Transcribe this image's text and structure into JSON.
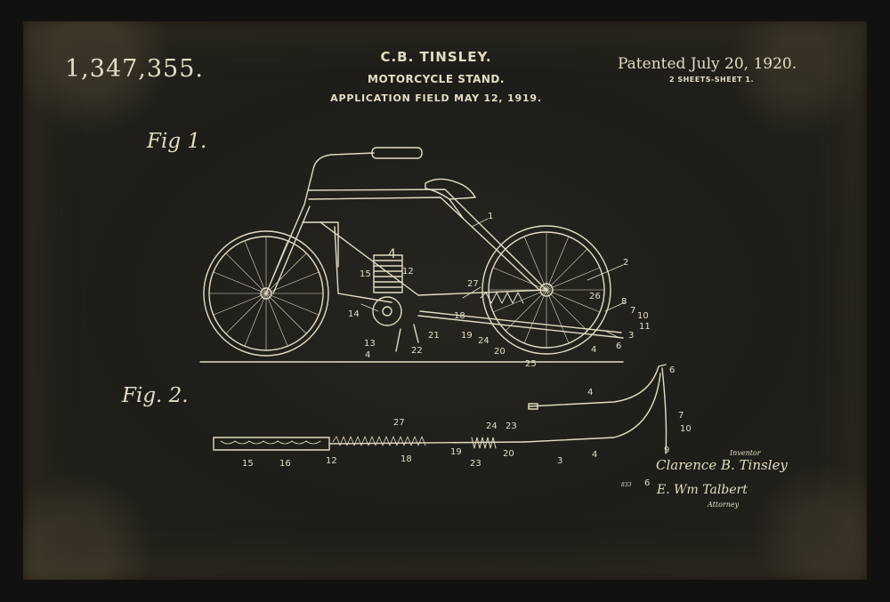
{
  "header": {
    "patent_number": "1,347,355.",
    "inventor": "C.B. TINSLEY.",
    "subject": "MOTORCYCLE STAND.",
    "application": "APPLICATION FIELD MAY 12, 1919.",
    "patented": "Patented July 20, 1920.",
    "sheets": "2 SHEETS-SHEET 1."
  },
  "figures": {
    "fig1_label": "Fig 1.",
    "fig2_label": "Fig. 2."
  },
  "fig1_callouts": [
    "1",
    "2",
    "4",
    "15",
    "12",
    "27",
    "26",
    "8",
    "7",
    "10",
    "11",
    "3",
    "6",
    "4",
    "14",
    "18",
    "19",
    "24",
    "20",
    "25",
    "13",
    "21",
    "22",
    "4"
  ],
  "fig2_callouts": [
    "27",
    "24",
    "23",
    "15",
    "16",
    "12",
    "18",
    "19",
    "23",
    "20",
    "3",
    "4",
    "4",
    "6",
    "7",
    "10",
    "9",
    "6"
  ],
  "signatures": {
    "inventor_role": "Inventor",
    "inventor": "Clarence B. Tinsley",
    "attorney": "E. Wm Talbert",
    "attorney_role": "Attorney",
    "mark": "833"
  },
  "colors": {
    "ink": "#e4dcc4",
    "background": "#1f1e1a",
    "frame": "#111110"
  }
}
